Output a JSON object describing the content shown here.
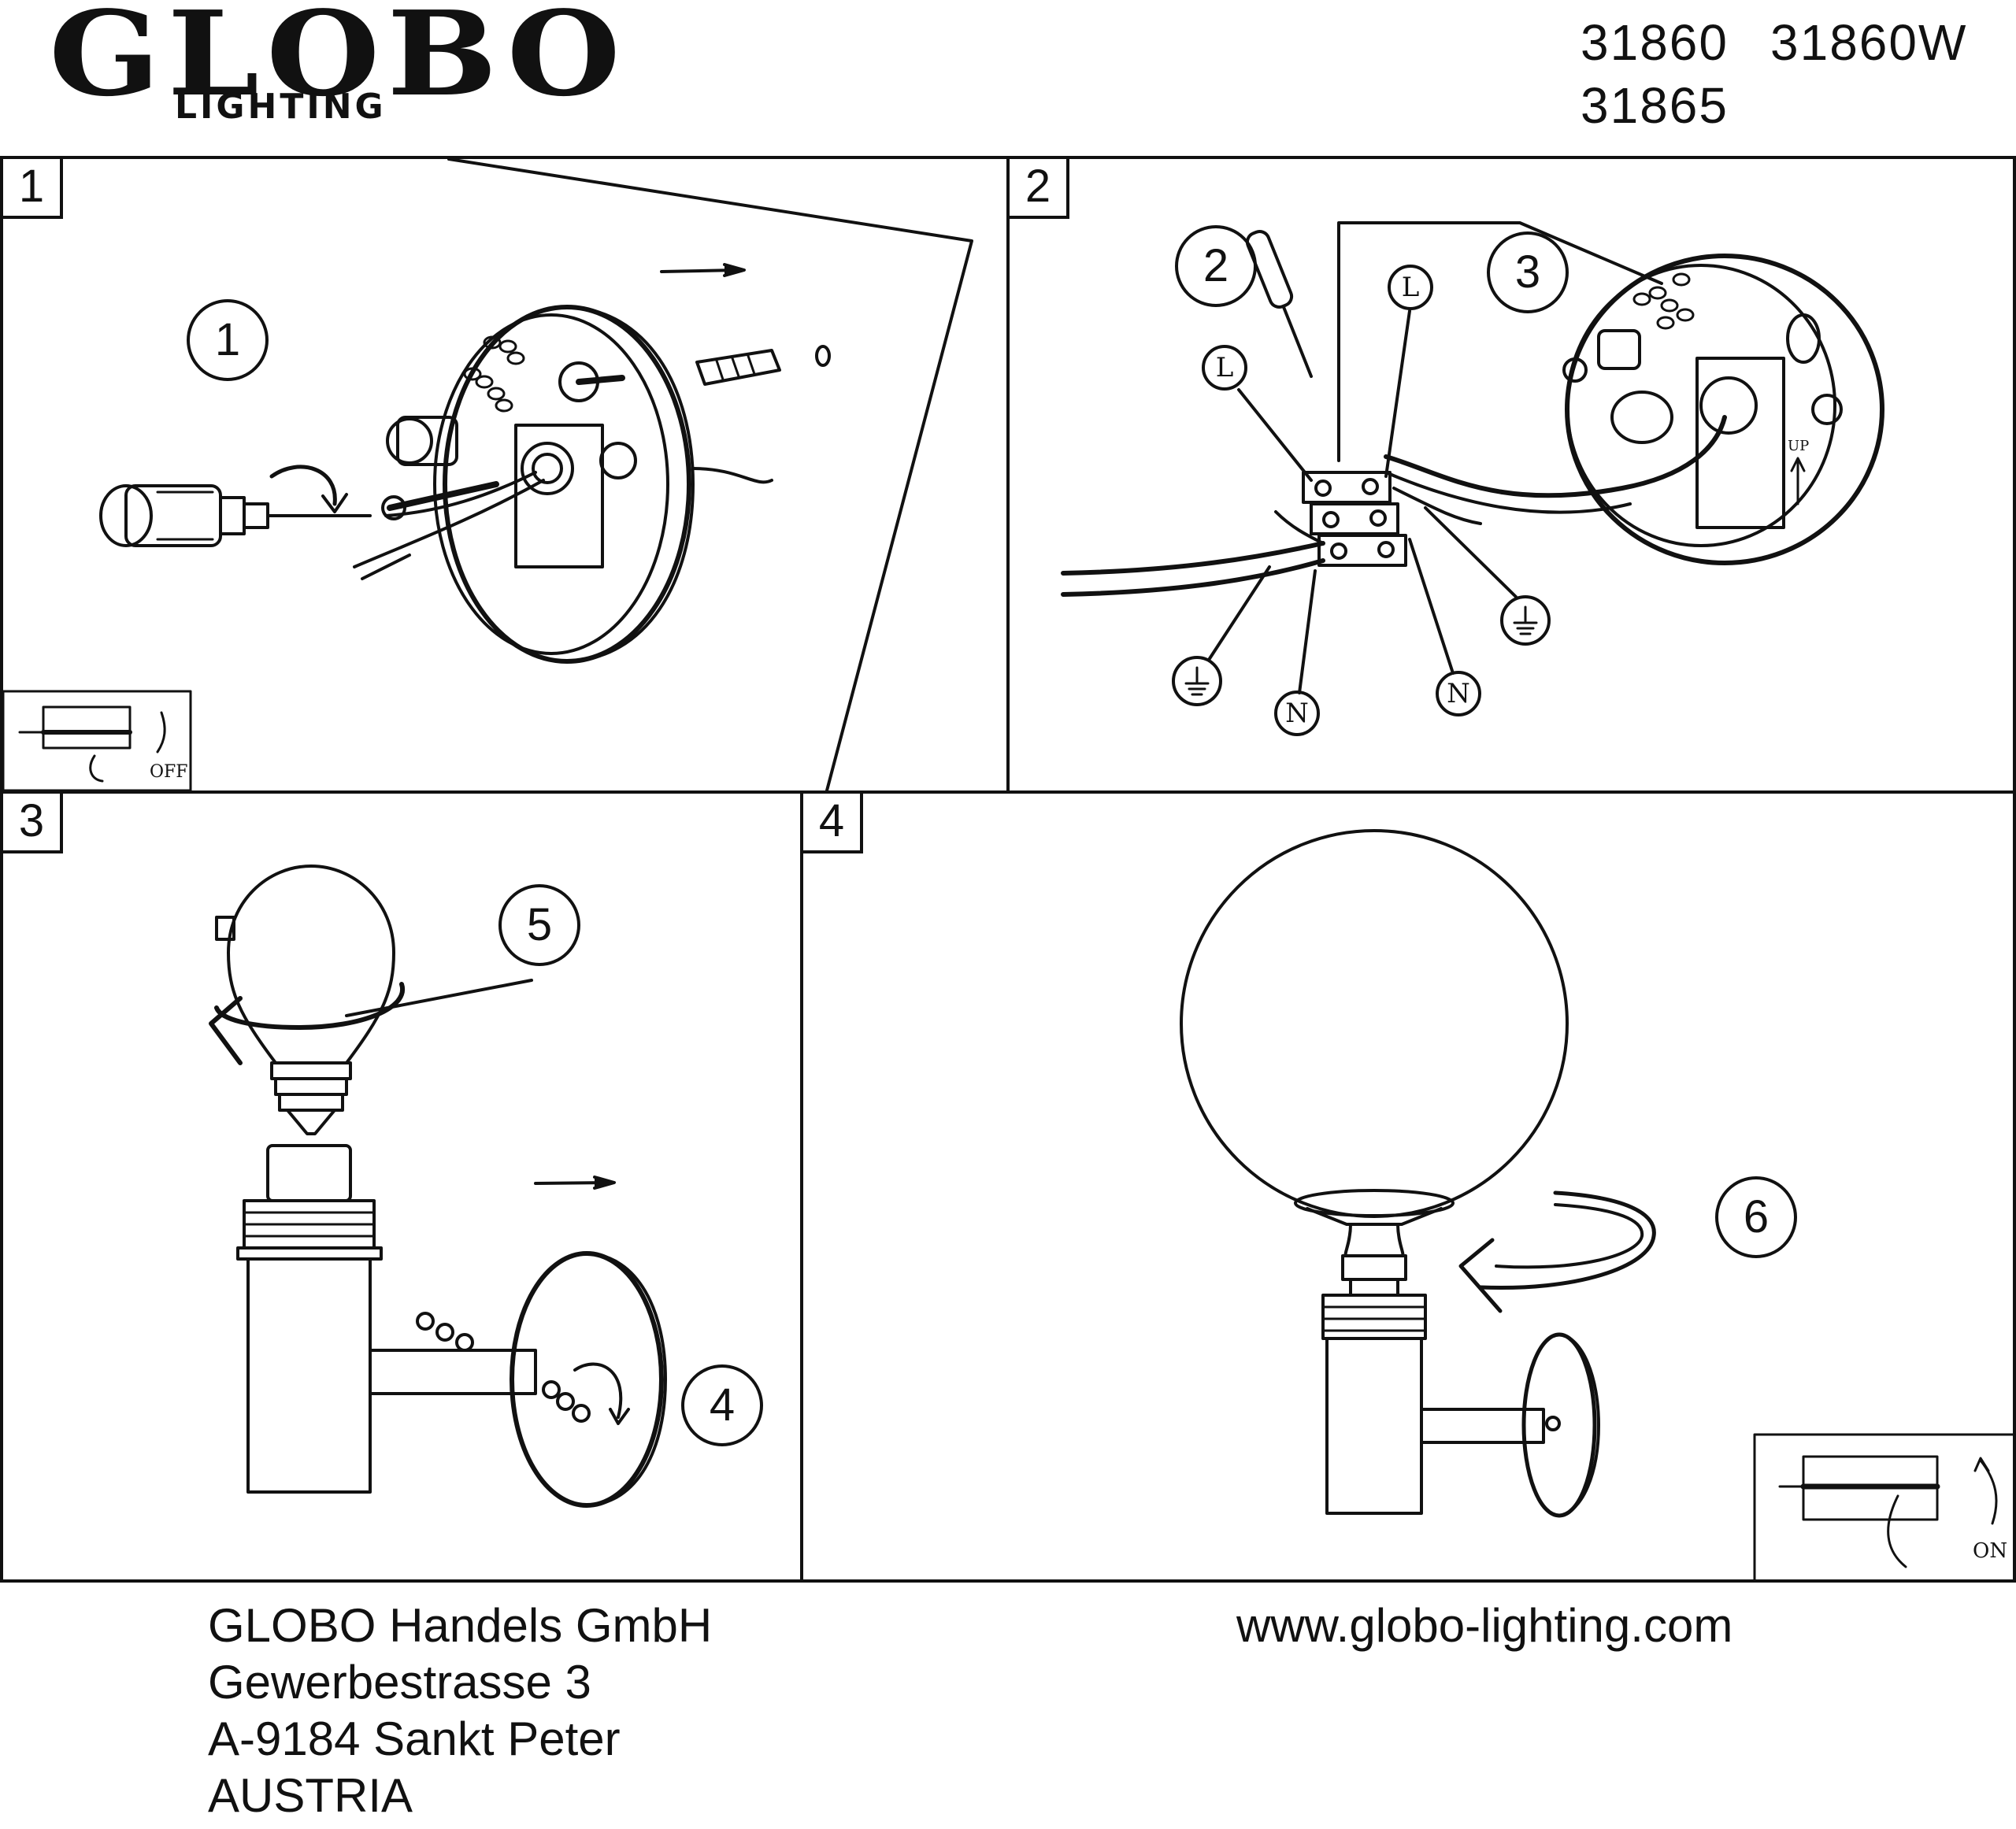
{
  "brand": {
    "name": "GLOBO",
    "sub": "LIGHTING"
  },
  "models": [
    "31860",
    "31860W",
    "31865"
  ],
  "panels": [
    {
      "number": "1"
    },
    {
      "number": "2"
    },
    {
      "number": "3"
    },
    {
      "number": "4"
    }
  ],
  "steps": [
    "1",
    "2",
    "3",
    "4",
    "5",
    "6"
  ],
  "wires": {
    "live": "L",
    "neutral": "N"
  },
  "labels": {
    "off": "OFF",
    "on": "ON",
    "up": "UP"
  },
  "footer": {
    "company": "GLOBO Handels GmbH",
    "street": "Gewerbestrasse 3",
    "city": "A-9184 Sankt Peter",
    "country": "AUSTRIA",
    "website": "www.globo-lighting.com"
  }
}
